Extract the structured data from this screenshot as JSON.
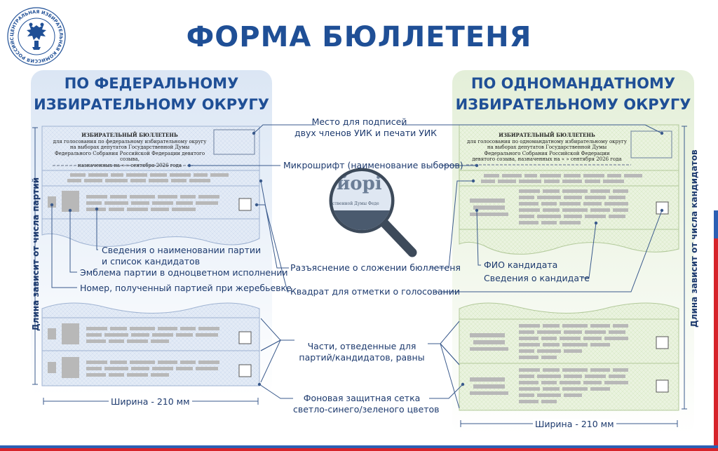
{
  "title": "ФОРМА БЮЛЛЕТЕНЯ",
  "emblem_text": "ЦЕНТРАЛЬНАЯ ИЗБИРАТЕЛЬНАЯ КОМИССИЯ РОССИЙСКОЙ ФЕДЕРАЦИИ",
  "left": {
    "heading_line1": "ПО ФЕДЕРАЛЬНОМУ",
    "heading_line2": "ИЗБИРАТЕЛЬНОМУ ОКРУГУ",
    "ballot_title": "ИЗБИРАТЕЛЬНЫЙ БЮЛЛЕТЕНЬ",
    "ballot_line1": "для голосования по федеральному избирательному округу",
    "ballot_line2": "на выборах депутатов Государственной Думы",
    "ballot_line3": "Федерального Собрания Российской Федерации девятого созыва,",
    "ballot_line4": "назначенных на «   »  сентября 2026 года",
    "length_label": "Длина зависит от числа партий",
    "width_label": "Ширина - 210 мм",
    "color": "#dbe6f4"
  },
  "right": {
    "heading_line1": "ПО ОДНОМАНДАТНОМУ",
    "heading_line2": "ИЗБИРАТЕЛЬНОМУ ОКРУГУ",
    "ballot_title": "ИЗБИРАТЕЛЬНЫЙ БЮЛЛЕТЕНЬ",
    "ballot_line1": "для голосования по одномандатному избирательному округу",
    "ballot_line2": "на выборах депутатов Государственной Думы",
    "ballot_line3": "Федерального Собрания Российской Федерации",
    "ballot_line4": "девятого созыва, назначенных на «   »  сентября 2026 года",
    "length_label": "Длина зависит от числа кандидатов",
    "width_label": "Ширина - 210 мм",
    "color": "#e7f1dd"
  },
  "labels": {
    "signatures_line1": "Место для подписей",
    "signatures_line2": "двух членов УИК и печати УИК",
    "microfont": "Микрошрифт (наименование выборов)",
    "party_info_line1": "Сведения о наименовании партии",
    "party_info_line2": "и список кандидатов",
    "party_emblem": "Эмблема партии в одноцветном исполнении",
    "party_number": "Номер, полученный партией при жеребьевке",
    "explanation": "Разъяснение о сложении бюллетеня",
    "checkbox": "Квадрат для отметки о голосовании",
    "candidate_name": "ФИО кандидата",
    "candidate_info": "Сведения о кандидате",
    "parts_line1": "Части, отведенные для",
    "parts_line2": "партий/кандидатов, равны",
    "background_line1": "Фоновая защитная сетка",
    "background_line2": "светло-синего/зеленого цветов"
  },
  "magnifier": {
    "big_text": "йорі",
    "small_text": "ственной Думы  Феде"
  },
  "colors": {
    "primary": "#1f4f96",
    "line": "#3a5a8c",
    "flag_blue": "#2b5fb4",
    "flag_red": "#d6232a",
    "gray_block": "#b8b8b8"
  }
}
